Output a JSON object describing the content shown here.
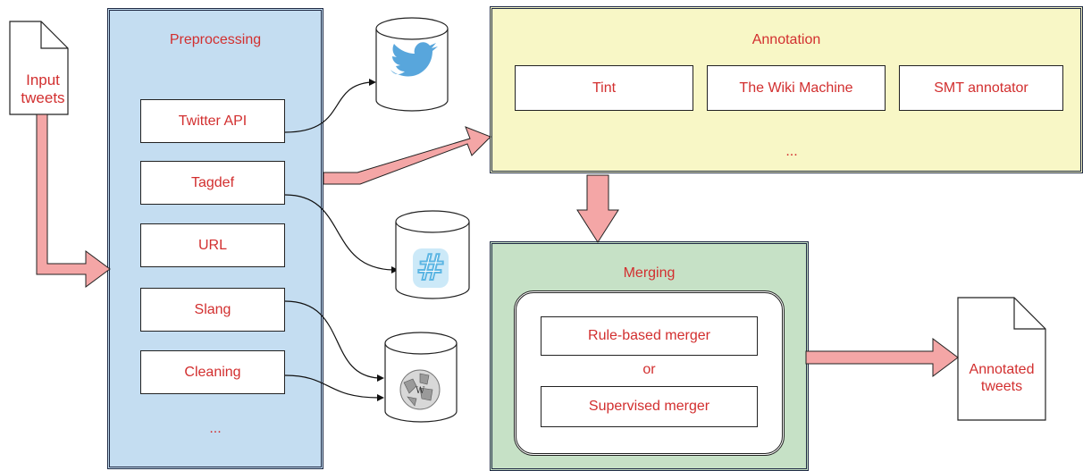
{
  "input_doc": {
    "label_line1": "Input",
    "label_line2": "tweets"
  },
  "preprocessing": {
    "title": "Preprocessing",
    "items": [
      "Twitter API",
      "Tagdef",
      "URL",
      "Slang",
      "Cleaning"
    ],
    "ellipsis": "..."
  },
  "annotation": {
    "title": "Annotation",
    "items": [
      "Tint",
      "The Wiki Machine",
      "SMT annotator"
    ],
    "ellipsis": "..."
  },
  "merging": {
    "title": "Merging",
    "option1": "Rule-based merger",
    "or": "or",
    "option2": "Supervised merger"
  },
  "output_doc": {
    "label_line1": "Annotated",
    "label_line2": "tweets"
  },
  "databases": [
    {
      "icon": "twitter-bird-icon"
    },
    {
      "icon": "hashtag-icon"
    },
    {
      "icon": "wikipedia-globe-icon"
    }
  ],
  "colors": {
    "preprocessing_fill": "#c4ddf1",
    "annotation_fill": "#f8f7c6",
    "merging_fill": "#c6e1c6",
    "arrow_fill": "#f4a6a6",
    "text": "#d22f2f"
  }
}
